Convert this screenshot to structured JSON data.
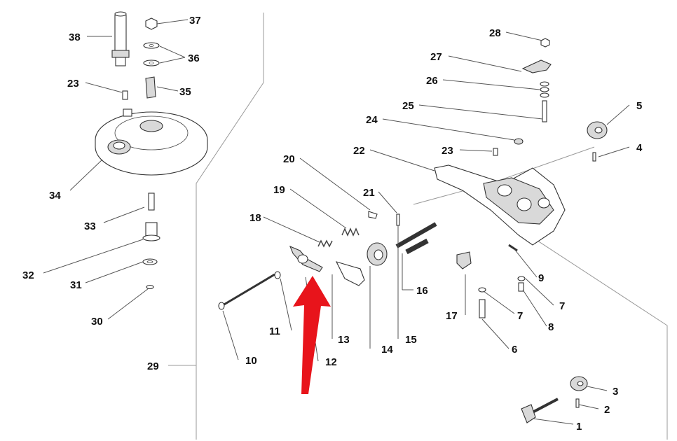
{
  "callouts": [
    {
      "id": "38",
      "label": "38"
    },
    {
      "id": "37",
      "label": "37"
    },
    {
      "id": "36",
      "label": "36"
    },
    {
      "id": "23a",
      "label": "23"
    },
    {
      "id": "35",
      "label": "35"
    },
    {
      "id": "34",
      "label": "34"
    },
    {
      "id": "33",
      "label": "33"
    },
    {
      "id": "32",
      "label": "32"
    },
    {
      "id": "31",
      "label": "31"
    },
    {
      "id": "30",
      "label": "30"
    },
    {
      "id": "29",
      "label": "29"
    },
    {
      "id": "28",
      "label": "28"
    },
    {
      "id": "27",
      "label": "27"
    },
    {
      "id": "26",
      "label": "26"
    },
    {
      "id": "25",
      "label": "25"
    },
    {
      "id": "24",
      "label": "24"
    },
    {
      "id": "23b",
      "label": "23"
    },
    {
      "id": "22",
      "label": "22"
    },
    {
      "id": "21",
      "label": "21"
    },
    {
      "id": "20",
      "label": "20"
    },
    {
      "id": "19",
      "label": "19"
    },
    {
      "id": "18",
      "label": "18"
    },
    {
      "id": "5",
      "label": "5"
    },
    {
      "id": "4",
      "label": "4"
    },
    {
      "id": "9",
      "label": "9"
    },
    {
      "id": "7a",
      "label": "7"
    },
    {
      "id": "7b",
      "label": "7"
    },
    {
      "id": "8",
      "label": "8"
    },
    {
      "id": "6",
      "label": "6"
    },
    {
      "id": "17",
      "label": "17"
    },
    {
      "id": "16",
      "label": "16"
    },
    {
      "id": "15",
      "label": "15"
    },
    {
      "id": "14",
      "label": "14"
    },
    {
      "id": "13",
      "label": "13"
    },
    {
      "id": "12",
      "label": "12"
    },
    {
      "id": "11",
      "label": "11"
    },
    {
      "id": "10",
      "label": "10"
    },
    {
      "id": "3",
      "label": "3"
    },
    {
      "id": "2",
      "label": "2"
    },
    {
      "id": "1",
      "label": "1"
    }
  ],
  "highlight": {
    "arrow_color": "#e8141b",
    "points_to": "12"
  }
}
